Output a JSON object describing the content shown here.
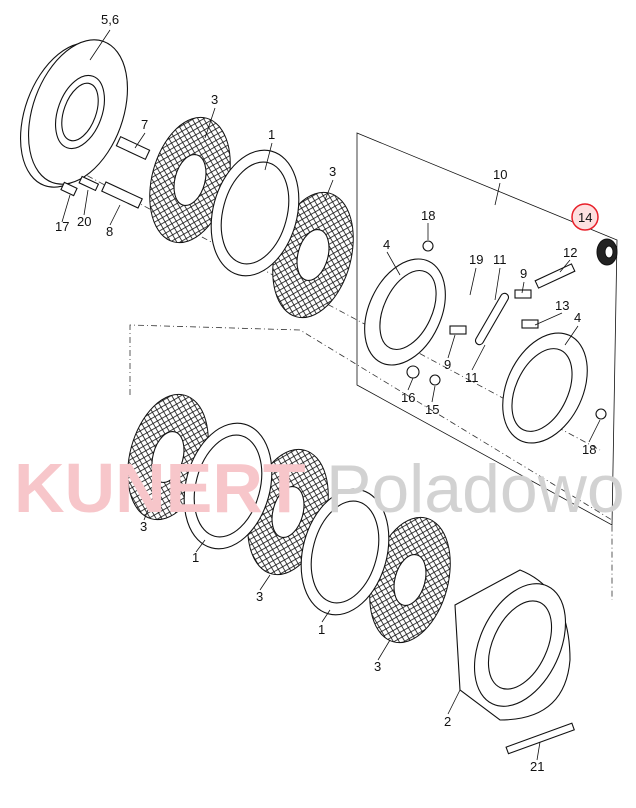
{
  "watermark": {
    "brand": "KUNERT",
    "location": "Poladowo"
  },
  "highlight_color": "#e8202a",
  "highlighted_part": "14",
  "labels": [
    "5,6",
    "3",
    "7",
    "1",
    "3",
    "10",
    "14",
    "18",
    "12",
    "4",
    "19",
    "11",
    "9",
    "13",
    "4",
    "17",
    "20",
    "8",
    "9",
    "11",
    "16",
    "15",
    "18",
    "3",
    "1",
    "3",
    "1",
    "3",
    "2",
    "21"
  ]
}
